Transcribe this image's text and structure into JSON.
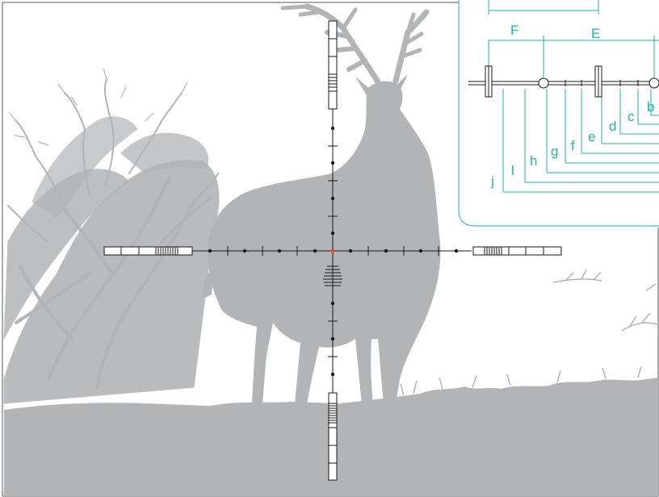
{
  "colors": {
    "silhouette": "#b2b4b6",
    "reticle": "#1a1a1a",
    "center_dot": "#e5473d",
    "dimension_lines": "#1fb0a8",
    "background": "#ffffff"
  },
  "scene": {
    "subjects": [
      "deer-silhouette",
      "tree-silhouette",
      "grass-silhouette"
    ]
  },
  "dimension_labels": {
    "upper": [
      "F",
      "E"
    ],
    "lower": [
      "b",
      "c",
      "d",
      "e",
      "f",
      "g",
      "h",
      "l",
      "j"
    ]
  }
}
